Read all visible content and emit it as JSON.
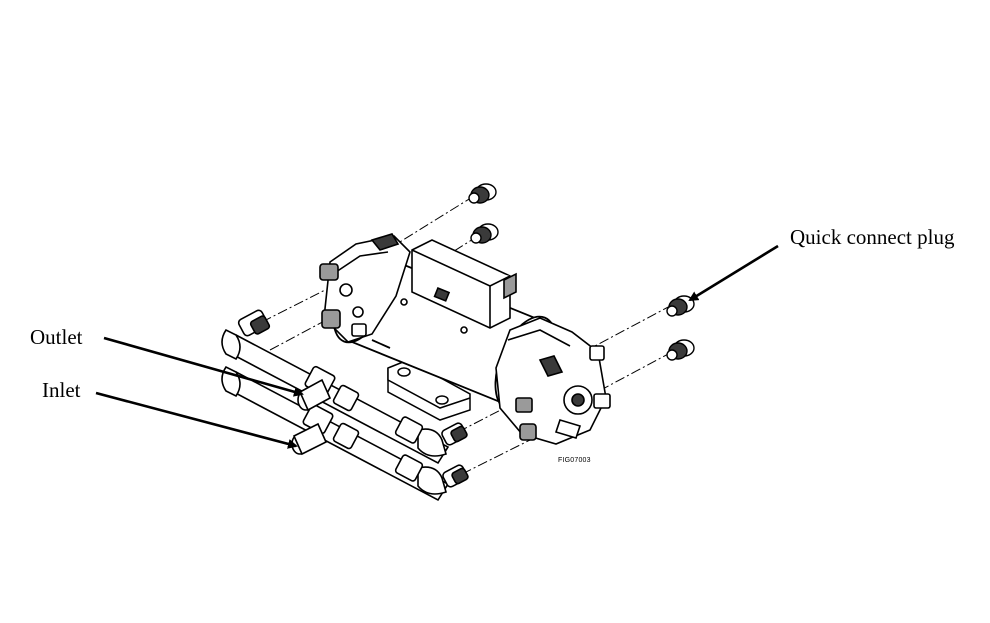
{
  "labels": {
    "outlet": "Outlet",
    "inlet": "Inlet",
    "quick_connect_plug": "Quick connect plug",
    "figure_id": "FIG07003"
  },
  "colors": {
    "line": "#000000",
    "fill": "#ffffff",
    "shade": "#9a9a9a",
    "dark": "#3a3a3a"
  }
}
